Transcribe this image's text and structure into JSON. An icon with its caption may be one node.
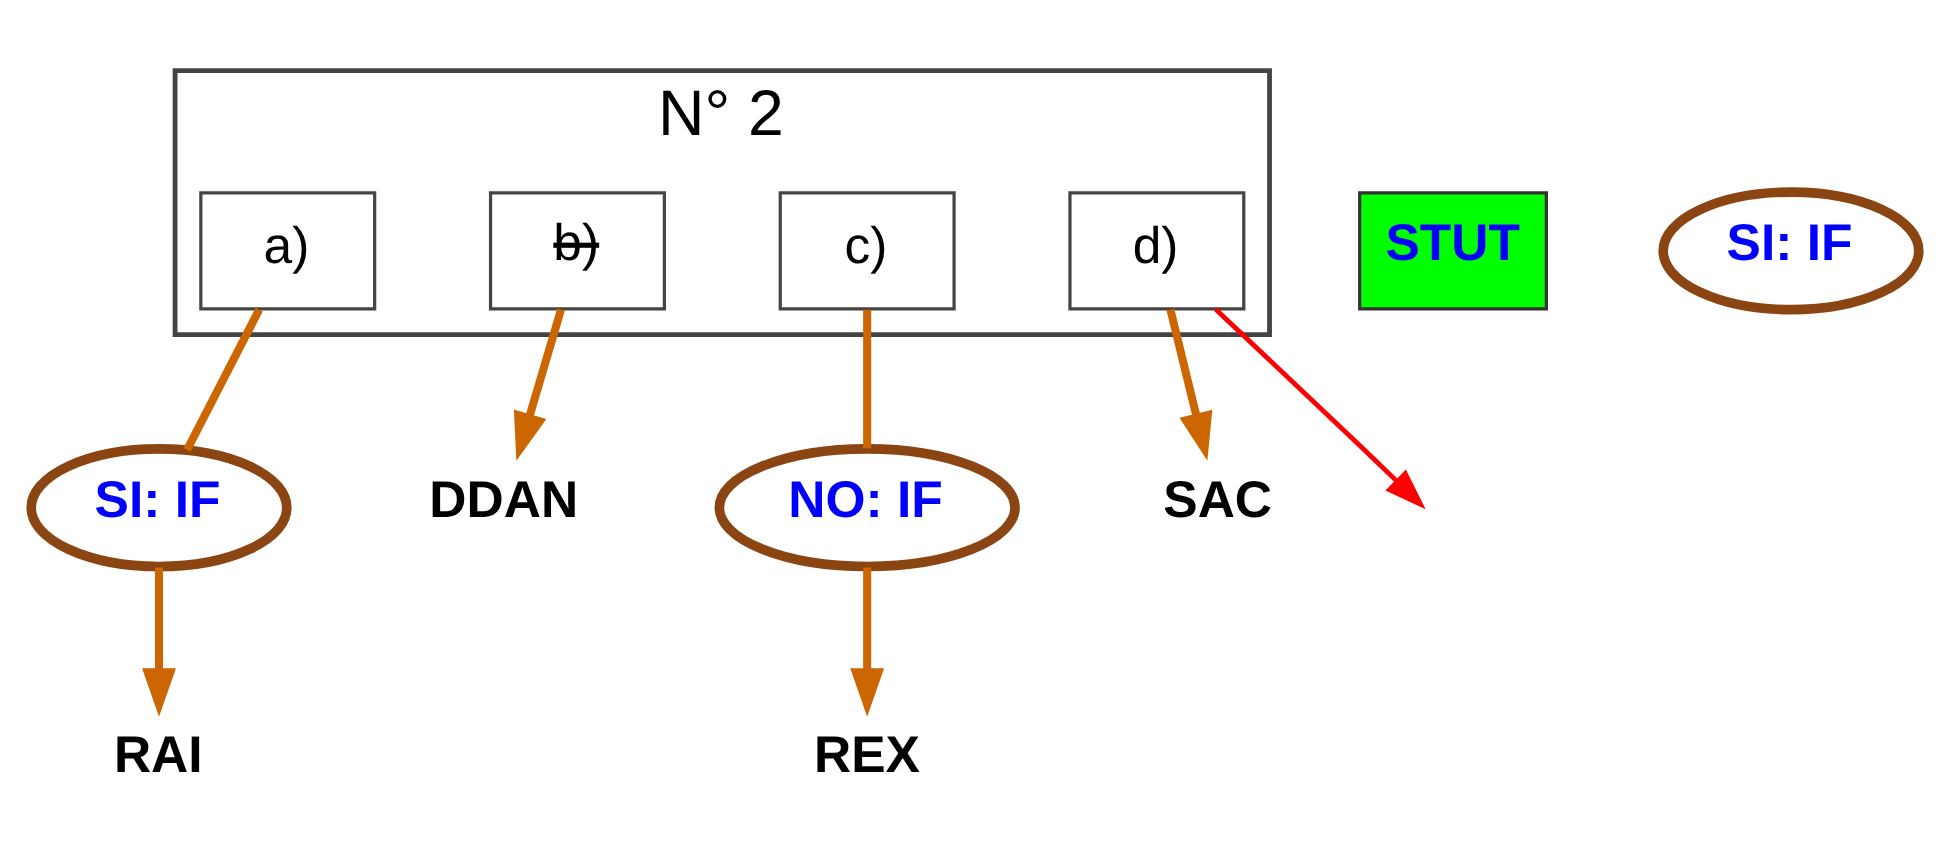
{
  "diagram": {
    "nodes": [
      {
        "text": [
          "N° 2"
        ]
      },
      {
        "text": [
          "a)"
        ],
        "in": 0
      },
      {
        "text": [
          "b)"
        ],
        "in": 0
      },
      {
        "text": [
          "c)"
        ],
        "in": 0
      },
      {
        "text": [
          "d)"
        ],
        "in": 0
      },
      {
        "text": [
          "STUT"
        ]
      },
      {
        "text": [
          "SI: IF"
        ]
      },
      {
        "text": [
          "NO: IF"
        ]
      },
      {
        "text": [
          "SI: IF"
        ]
      },
      {
        "text": [
          "RAI"
        ]
      },
      {
        "text": [
          "DDAN"
        ]
      },
      {
        "text": [
          "REX"
        ]
      },
      {
        "text": [
          "SAC"
        ]
      }
    ],
    "edges": [
      {
        "from": 1,
        "to": 6,
        "arrow": "none"
      },
      {
        "from": 6,
        "to": 9,
        "arrow": "to"
      },
      {
        "from": 2,
        "to": 10,
        "arrow": "to"
      },
      {
        "from": 3,
        "to": 7,
        "arrow": "none"
      },
      {
        "from": 7,
        "to": 11,
        "arrow": "to"
      },
      {
        "from": 4,
        "to": 12,
        "arrow": "to"
      },
      {
        "from": 4,
        "to": null,
        "arrow": "to",
        "color": "#ff0000"
      }
    ]
  }
}
